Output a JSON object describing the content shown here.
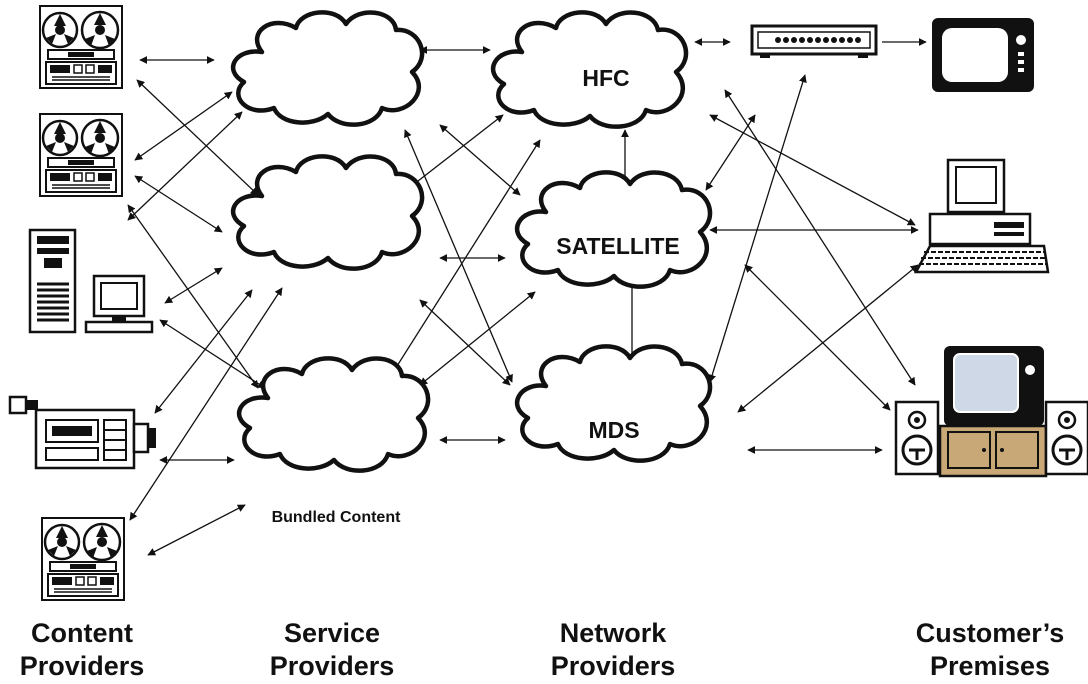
{
  "diagram": {
    "clouds": {
      "hfc": "HFC",
      "satellite": "SATELLITE",
      "mds": "MDS",
      "bundled_content": "Bundled Content"
    },
    "columns": {
      "content_providers": [
        "Content",
        "Providers"
      ],
      "service_providers": [
        "Service",
        "Providers"
      ],
      "network_providers": [
        "Network",
        "Providers"
      ],
      "customers_premises": [
        "Customer’s",
        "Premises"
      ]
    },
    "icons": [
      "reel-to-reel-tape-icon",
      "reel-to-reel-tape-icon",
      "server-tower-icon",
      "desktop-computer-icon",
      "video-camera-icon",
      "reel-to-reel-tape-icon",
      "set-top-box-icon",
      "television-icon",
      "computer-terminal-icon",
      "home-theater-icon"
    ],
    "colors": {
      "ink": "#111111",
      "tv_screen": "#cfd8e6",
      "cabinet": "#c8a877"
    }
  }
}
